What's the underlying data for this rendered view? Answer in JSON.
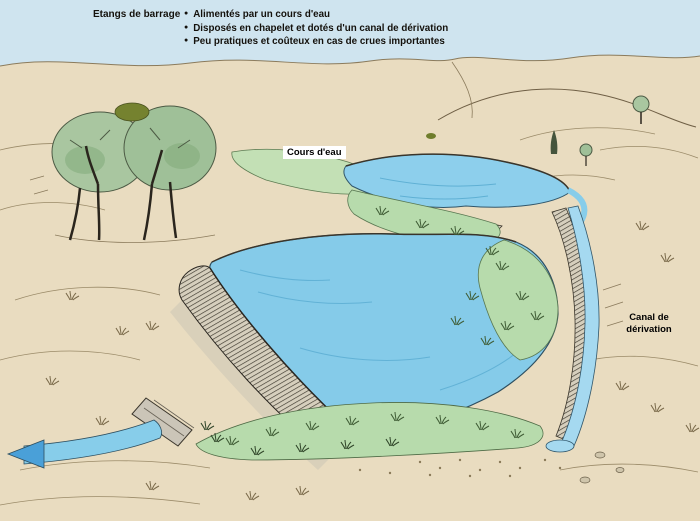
{
  "title": "Etangs de barrage",
  "bullet_marker": "●",
  "bullets": [
    "Alimentés par un cours d'eau",
    "Disposés en chapelet et dotés d'un canal de dérivation",
    "Peu pratiques et coûteux en cas de crues importantes"
  ],
  "labels": {
    "watercourse": "Cours d'eau",
    "diversion_canal": "Canal de\ndérivation"
  },
  "colors": {
    "sky": "#cfe4ef",
    "ground": "#e9dcc0",
    "water": "#85cbe9",
    "vegetation": "#b7dbac",
    "tree_canopy": "#a9c6a0",
    "arrow_blue": "#4aa0d8",
    "ink": "#2e2a22"
  }
}
